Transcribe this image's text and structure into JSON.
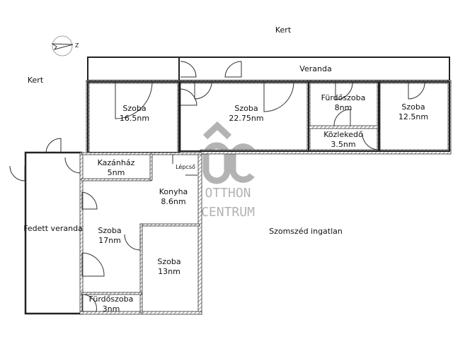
{
  "labels": {
    "kert_top": "Kert",
    "kert_left": "Kert",
    "neighbor": "Szomszéd ingatlan",
    "compass_letter": "Z"
  },
  "rooms": [
    {
      "name": "Veranda",
      "area": ""
    },
    {
      "name": "Szoba",
      "area": "16.5nm"
    },
    {
      "name": "Szoba",
      "area": "22.75nm"
    },
    {
      "name": "Fürdőszoba",
      "area": "8nm"
    },
    {
      "name": "Közlekedő",
      "area": "3.5nm"
    },
    {
      "name": "Szoba",
      "area": "12.5nm"
    },
    {
      "name": "Kazánház",
      "area": "5nm"
    },
    {
      "name": "Lépcső",
      "area": ""
    },
    {
      "name": "Konyha",
      "area": "8.6nm"
    },
    {
      "name": "Fedett veranda",
      "area": ""
    },
    {
      "name": "Szoba",
      "area": "17nm"
    },
    {
      "name": "Szoba",
      "area": "13nm"
    },
    {
      "name": "Fürdőszoba",
      "area": "3nm"
    }
  ],
  "watermark": {
    "logo": "ÔC",
    "line1": "OTTHON",
    "line2": "CENTRUM"
  }
}
